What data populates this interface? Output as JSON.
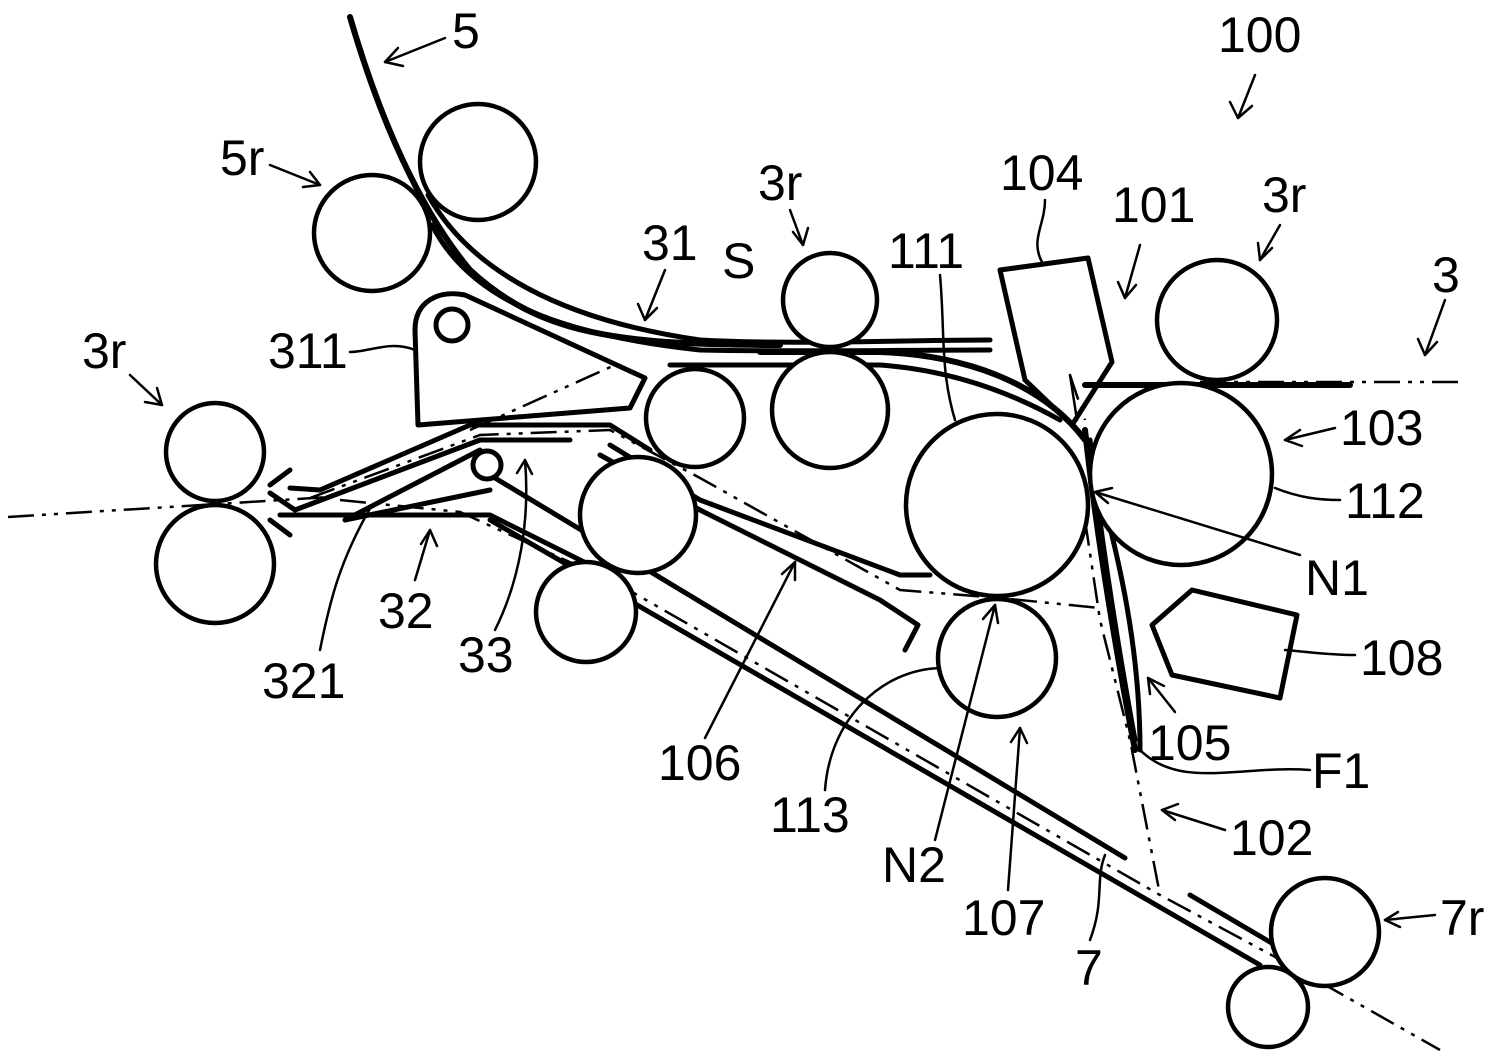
{
  "labels": {
    "l5": "5",
    "l100": "100",
    "l5r": "5r",
    "l3r_top": "3r",
    "l104": "104",
    "l101": "101",
    "l3r_right": "3r",
    "l31": "31",
    "lS": "S",
    "l111": "111",
    "l3": "3",
    "l3r_left": "3r",
    "l311": "311",
    "l103": "103",
    "l112": "112",
    "lN1": "N1",
    "l32": "32",
    "l321": "321",
    "l33": "33",
    "l108": "108",
    "l105": "105",
    "l106": "106",
    "lF1": "F1",
    "l113": "113",
    "l102": "102",
    "lN2": "N2",
    "l107": "107",
    "l7": "7",
    "l7r": "7r"
  }
}
